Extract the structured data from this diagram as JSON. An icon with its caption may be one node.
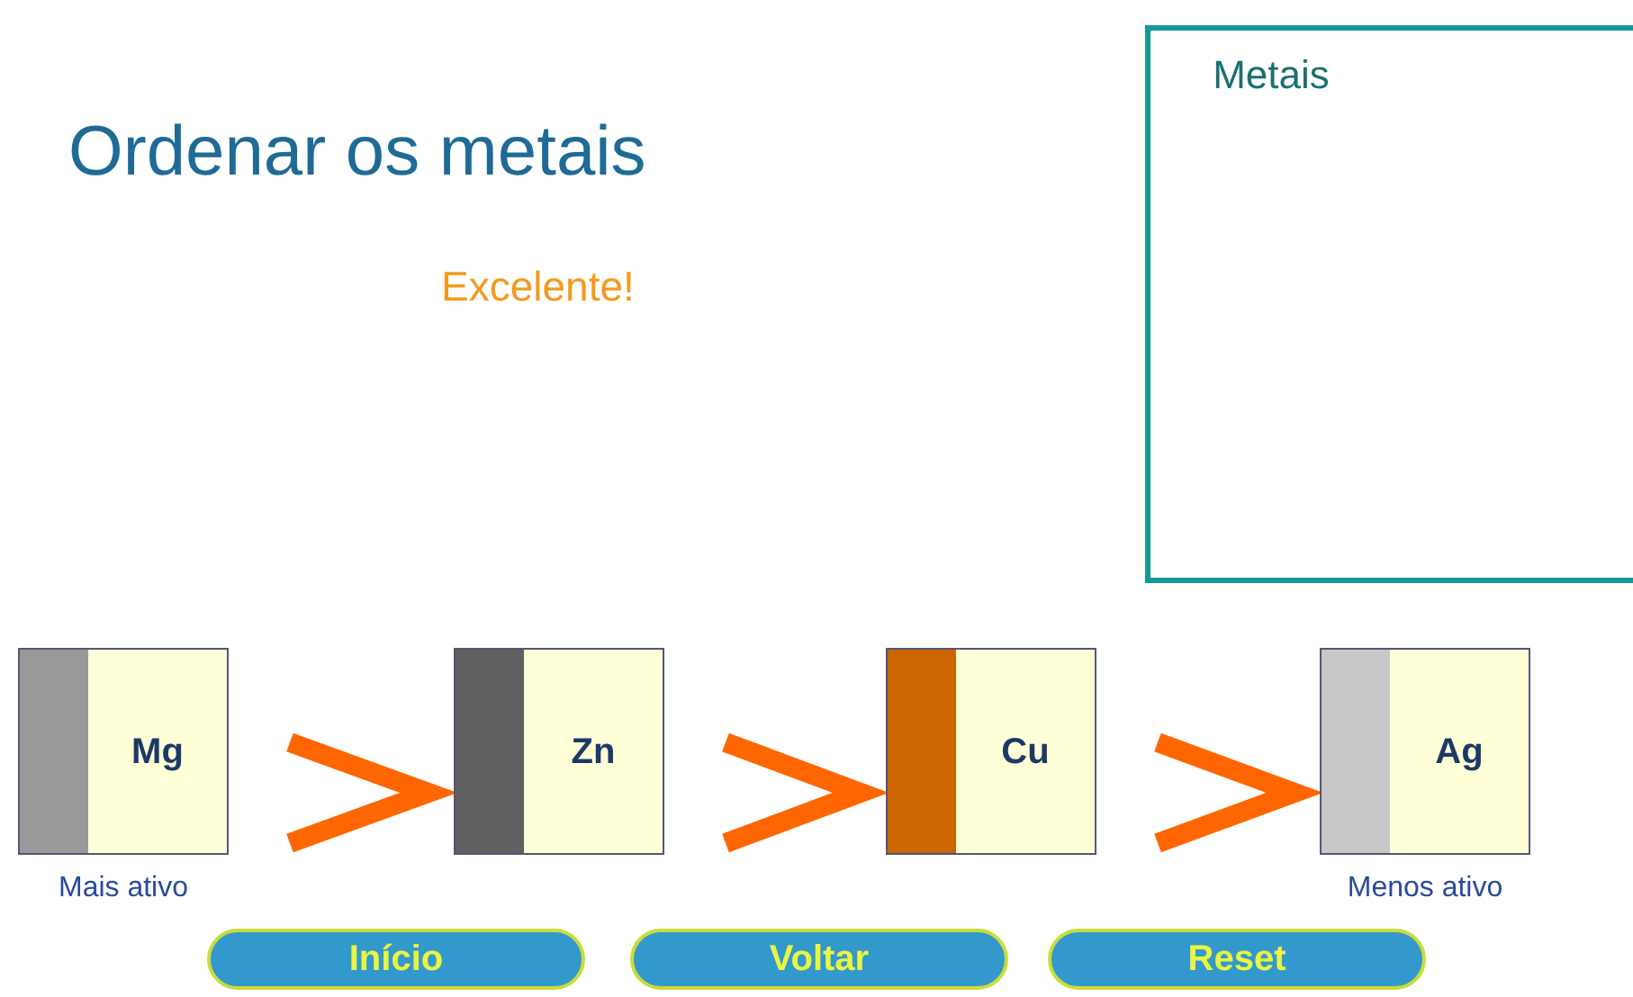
{
  "diagram": {
    "title": "Ordenar os metais",
    "nodes": [
      {
        "text": [
          "Metais"
        ]
      },
      {
        "text": [
          "Mg"
        ],
        "beside": [
          "Mais ativo"
        ]
      },
      {
        "text": [
          "Zn"
        ]
      },
      {
        "text": [
          "Cu"
        ]
      },
      {
        "text": [
          "Ag"
        ],
        "beside": [
          "Menos ativo"
        ]
      },
      {
        "text": [
          "Início"
        ]
      },
      {
        "text": [
          "Voltar"
        ]
      },
      {
        "text": [
          "Reset"
        ]
      }
    ],
    "edges": [
      {
        "from": 1,
        "to": 2,
        "arrow": "to"
      },
      {
        "from": 2,
        "to": 3,
        "arrow": "to"
      },
      {
        "from": 3,
        "to": 4,
        "arrow": "to"
      }
    ],
    "labels": [
      "Excelente!"
    ]
  }
}
